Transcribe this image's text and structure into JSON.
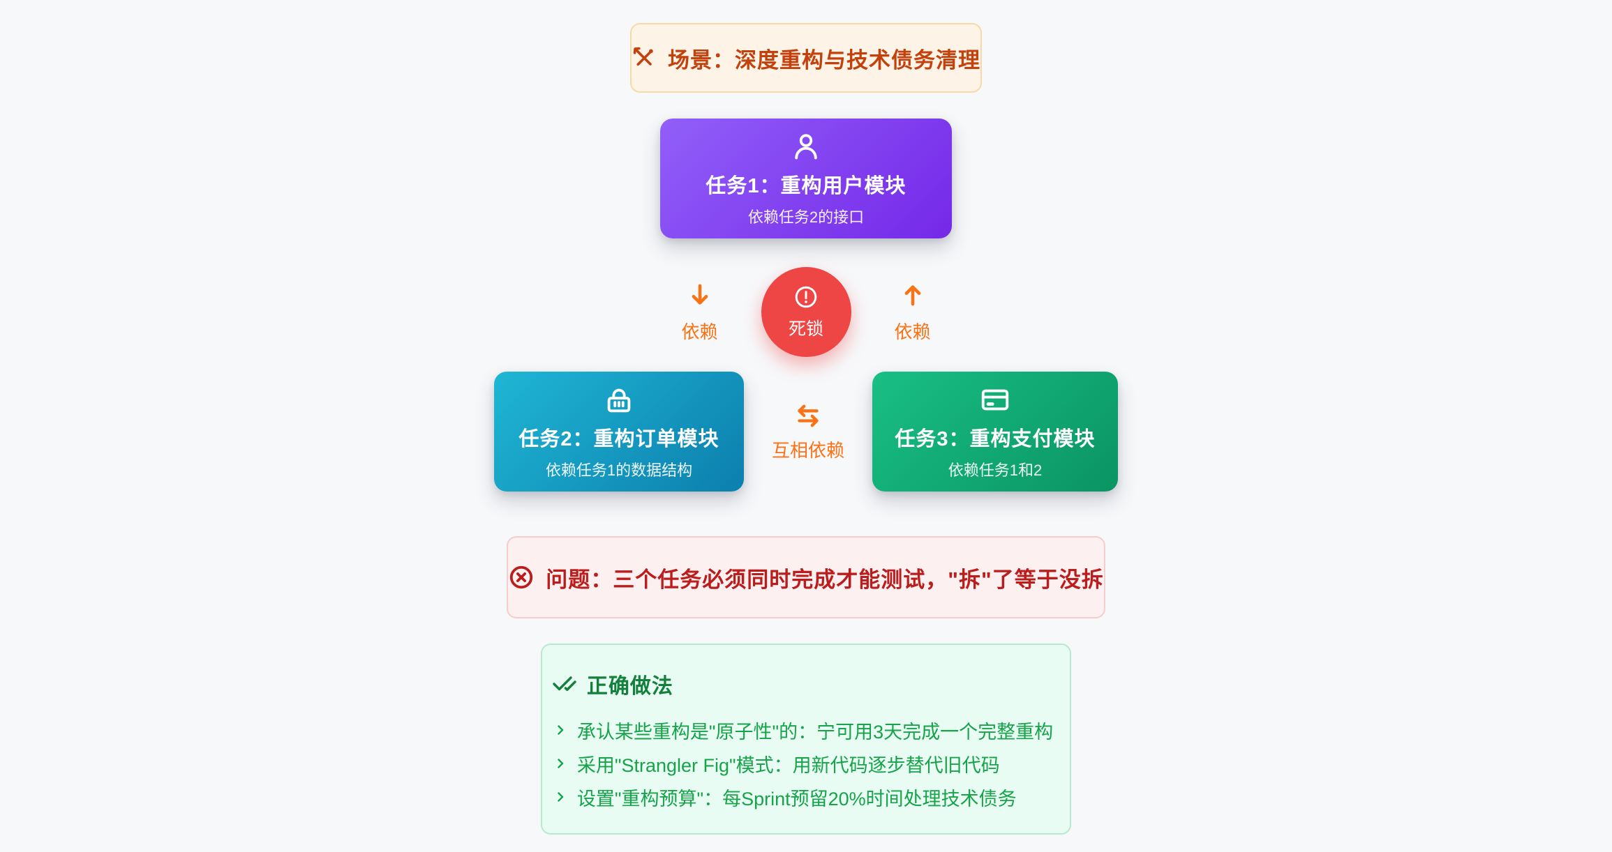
{
  "page": {
    "background": "#f7f8fa"
  },
  "scenario_banner": {
    "icon": "tools-icon",
    "text": "场景：深度重构与技术债务清理",
    "text_color": "#c2410c",
    "bg": "#fdf3e6",
    "border": "#f8d9a6"
  },
  "tasks": [
    {
      "icon": "user-icon",
      "title": "任务1：重构用户模块",
      "subtitle": "依赖任务2的接口",
      "gradient_from": "#915ff9",
      "gradient_to": "#7528e8"
    },
    {
      "icon": "shopping-basket-icon",
      "title": "任务2：重构订单模块",
      "subtitle": "依赖任务1的数据结构",
      "gradient_from": "#1fb6d4",
      "gradient_to": "#0c7fae"
    },
    {
      "icon": "credit-card-icon",
      "title": "任务3：重构支付模块",
      "subtitle": "依赖任务1和2",
      "gradient_from": "#19bf85",
      "gradient_to": "#0a9464"
    }
  ],
  "deadlock": {
    "icon": "alert-circle-icon",
    "label": "死锁",
    "bg": "#ee4545"
  },
  "dependency_left": {
    "icon": "arrow-down-icon",
    "label": "依赖",
    "color": "#f97316"
  },
  "dependency_right": {
    "icon": "arrow-up-icon",
    "label": "依赖",
    "color": "#f97316"
  },
  "mutual_dependency": {
    "icon": "arrow-left-right-icon",
    "label": "互相依赖",
    "color": "#f97316"
  },
  "problem_banner": {
    "icon": "circle-x-icon",
    "text": "问题：三个任务必须同时完成才能测试，\"拆\"了等于没拆",
    "text_color": "#bb1c1c",
    "bg": "#fdf0f0",
    "border": "#f6cccc"
  },
  "correct_practices": {
    "icon": "check-check-icon",
    "heading": "正确做法",
    "heading_color": "#15803d",
    "item_color": "#16a34a",
    "bg": "#e9fcf3",
    "border": "#b3ead0",
    "items": [
      "承认某些重构是\"原子性\"的：宁可用3天完成一个完整重构",
      "采用\"Strangler Fig\"模式：用新代码逐步替代旧代码",
      "设置\"重构预算\"：每Sprint预留20%时间处理技术债务"
    ]
  }
}
